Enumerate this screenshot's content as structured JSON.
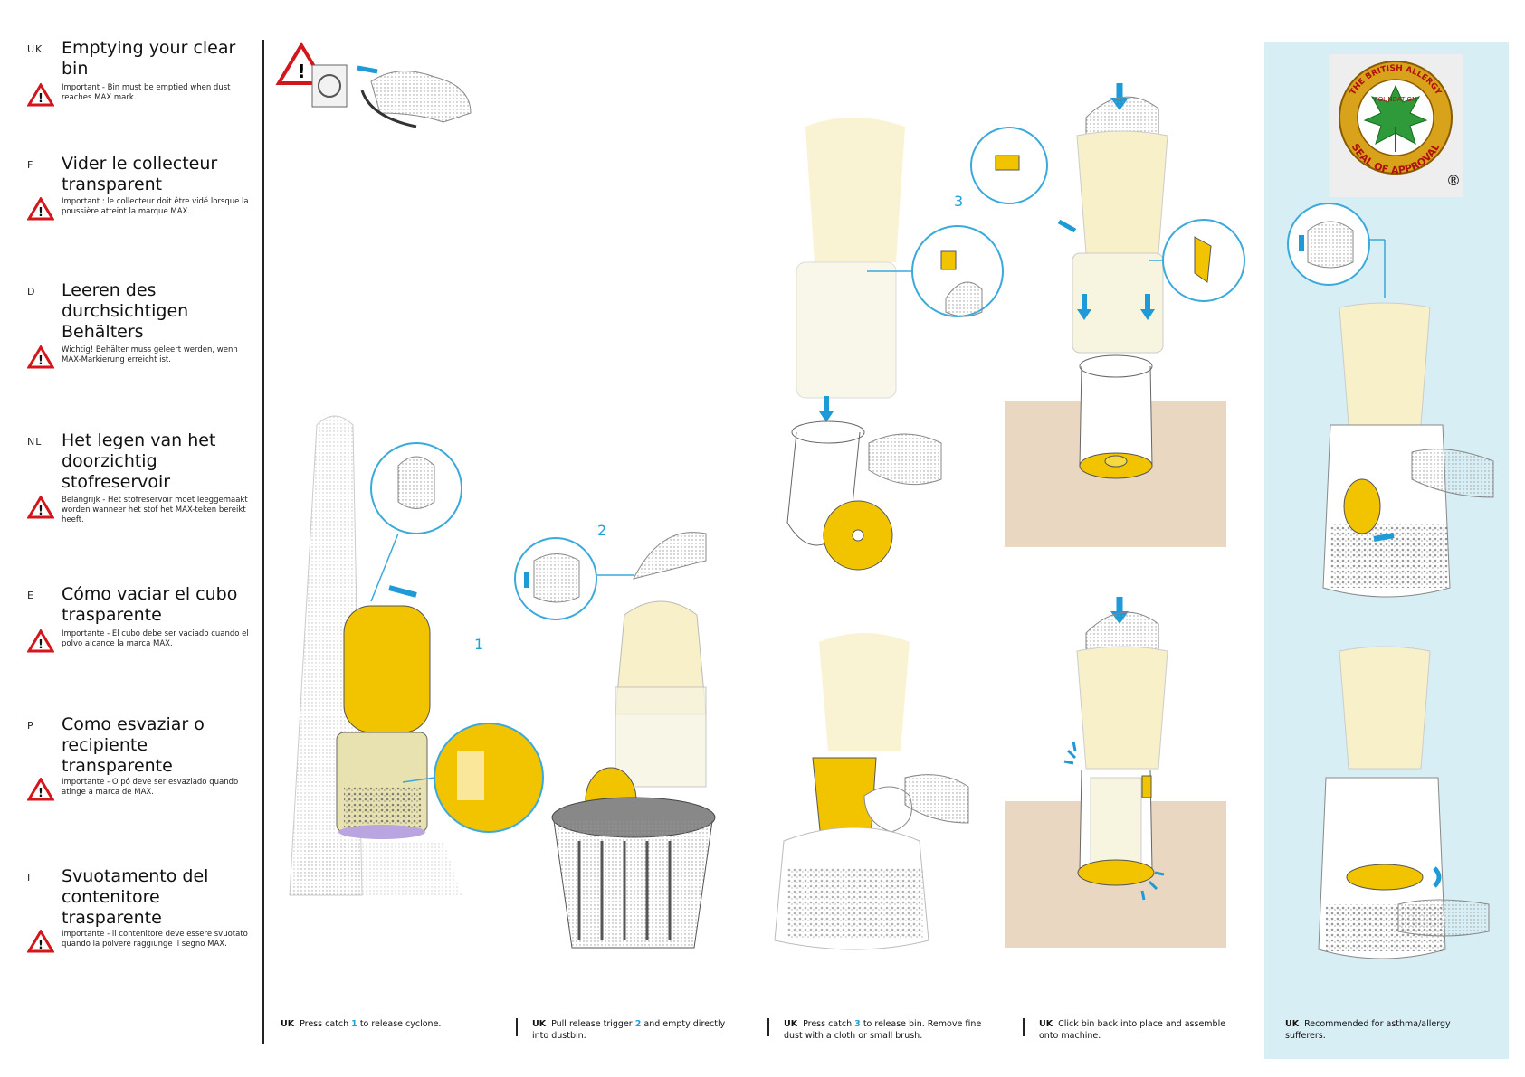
{
  "languages": [
    {
      "code": "UK",
      "title": "Emptying your clear bin",
      "warning": "Important - Bin must be emptied when dust reaches MAX mark."
    },
    {
      "code": "F",
      "title": "Vider le collecteur transparent",
      "warning": "Important : le collecteur doit être vidé lorsque la poussière atteint la marque MAX."
    },
    {
      "code": "D",
      "title": "Leeren des durchsichtigen Behälters",
      "warning": "Wichtig! Behälter muss geleert werden, wenn MAX-Markierung erreicht ist."
    },
    {
      "code": "NL",
      "title": "Het legen van het doorzichtig stofreservoir",
      "warning": "Belangrijk - Het stofreservoir moet leeggemaakt worden wanneer het stof het MAX-teken bereikt heeft."
    },
    {
      "code": "E",
      "title": "Cómo vaciar el cubo trasparente",
      "warning": "Importante - El cubo debe ser vaciado cuando el polvo alcance la marca MAX."
    },
    {
      "code": "P",
      "title": "Como esvaziar o recipiente transparente",
      "warning": "Importante - O pó deve ser esvaziado quando atinge a marca de MAX."
    },
    {
      "code": "I",
      "title": "Svuotamento del contenitore trasparente",
      "warning": "Importante - il contenitore deve essere svuotato quando la polvere raggiunge il segno MAX."
    }
  ],
  "steps": [
    {
      "number": "1",
      "lang": "UK",
      "caption_before": "Press catch",
      "caption_after": "to release cyclone."
    },
    {
      "number": "2",
      "lang": "UK",
      "caption_before": "Pull release trigger",
      "caption_after": "and empty directly into dustbin."
    },
    {
      "number": "3",
      "lang": "UK",
      "caption_before": "Press catch",
      "caption_after": "to release bin. Remove fine dust with a cloth or small brush."
    },
    {
      "number": "",
      "lang": "UK",
      "caption_before": "Click bin back into place and assemble onto machine.",
      "caption_after": ""
    },
    {
      "number": "",
      "lang": "UK",
      "caption_before": "Recommended for asthma/allergy sufferers.",
      "caption_after": ""
    }
  ],
  "seal": {
    "line1": "THE BRITISH ALLERGY",
    "line2": "FOUNDATION",
    "line3": "SEAL OF APPROVAL",
    "registered": "®"
  },
  "colors": {
    "accent_blue": "#1e9ad6",
    "yellow": "#f2c400",
    "pale_yellow": "#f7f0c8",
    "warning_red": "#d3161c",
    "floor": "#e9d7c1",
    "panel_bg": "#d8eef5"
  },
  "icons": [
    "warning-triangle-icon",
    "down-arrow-icon",
    "up-arrow-icon",
    "right-arrow-icon"
  ]
}
